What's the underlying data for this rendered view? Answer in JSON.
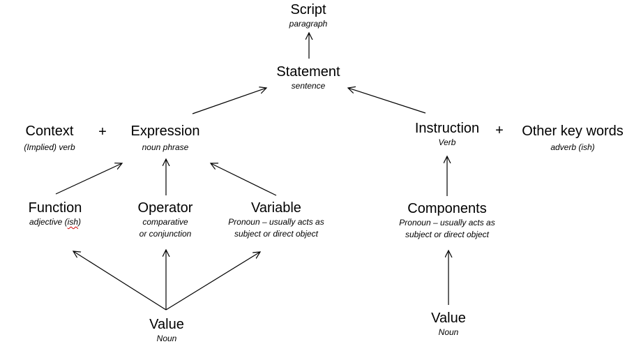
{
  "nodes": {
    "script": {
      "title": "Script",
      "sub": "paragraph"
    },
    "statement": {
      "title": "Statement",
      "sub": "sentence"
    },
    "context": {
      "title": "Context",
      "sub": "(Implied) verb"
    },
    "expression": {
      "title": "Expression",
      "sub": "noun phrase"
    },
    "instruction": {
      "title": "Instruction",
      "sub": "Verb"
    },
    "other_key_words": {
      "title": "Other key words",
      "sub": "adverb (ish)"
    },
    "function": {
      "title": "Function",
      "sub_pre": "adjective (",
      "sub_err": "ish",
      "sub_post": ")"
    },
    "operator": {
      "title": "Operator",
      "sub_line1": "comparative",
      "sub_line2": "or conjunction"
    },
    "variable": {
      "title": "Variable",
      "sub_line1": "Pronoun – usually acts as",
      "sub_line2": "subject or direct object"
    },
    "components": {
      "title": "Components",
      "sub_line1": "Pronoun – usually acts as",
      "sub_line2": "subject or direct object"
    },
    "value_left": {
      "title": "Value",
      "sub": "Noun"
    },
    "value_right": {
      "title": "Value",
      "sub": "Noun"
    }
  },
  "operators": {
    "plus_left": "+",
    "plus_right": "+"
  }
}
